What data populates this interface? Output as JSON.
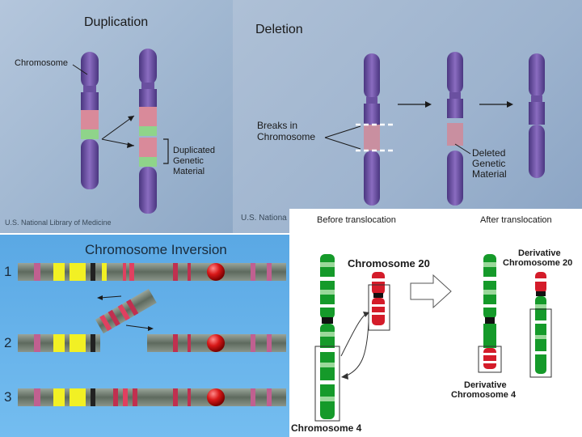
{
  "duplication": {
    "title": "Duplication",
    "chromosome_label": "Chromosome",
    "duplicated_label_lines": [
      "Duplicated",
      "Genetic",
      "Material"
    ],
    "credit": "U.S. National Library of Medicine"
  },
  "deletion": {
    "title": "Deletion",
    "breaks_label_lines": [
      "Breaks in",
      "Chromosome"
    ],
    "deleted_label_lines": [
      "Deleted",
      "Genetic",
      "Material"
    ],
    "credit": "U.S. Nationa"
  },
  "inversion": {
    "title": "Chromosome Inversion",
    "row_numbers": [
      "1",
      "2",
      "3"
    ]
  },
  "translocation": {
    "before_label": "Before translocation",
    "after_label": "After translocation",
    "chromosome_20": "Chromosome 20",
    "chromosome_4": "Chromosome 4",
    "derivative_20_lines": [
      "Derivative",
      "Chromosome 20"
    ],
    "derivative_4_lines": [
      "Derivative",
      "Chromosome 4"
    ]
  },
  "colors": {
    "chromosome_purple": "#7a5aa8",
    "duplicated_pink": "#d98a9a",
    "duplicated_green": "#8fd48a",
    "inversion_bg": "#5fb0e8",
    "centromere_red": "#d81818",
    "band_yellow": "#f2f024",
    "chr4_green": "#159a2a",
    "chr20_red": "#d41c2a"
  }
}
